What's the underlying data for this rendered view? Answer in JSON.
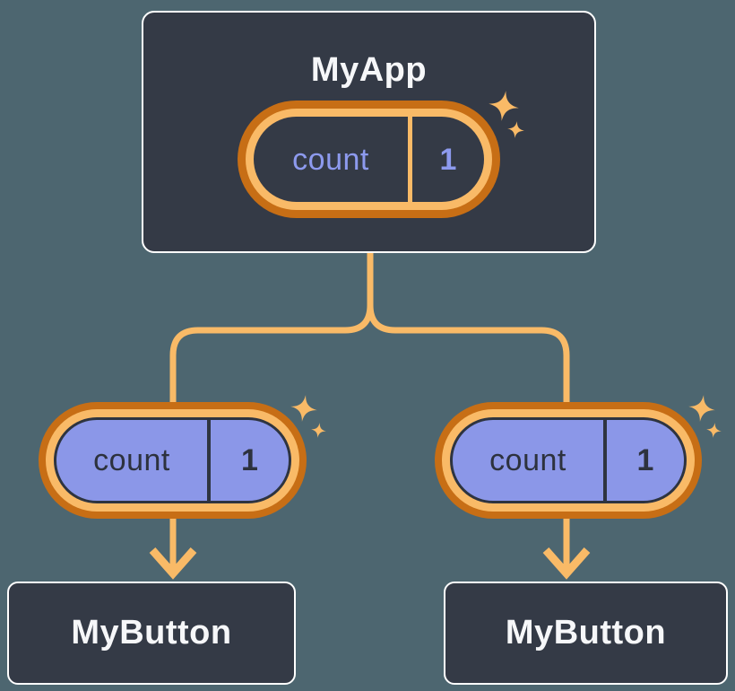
{
  "diagram": {
    "description": "React component tree: parent state passed down as props",
    "app": {
      "title": "MyApp",
      "state": {
        "label": "count",
        "value": "1"
      }
    },
    "children": [
      {
        "title": "MyButton",
        "prop": {
          "label": "count",
          "value": "1"
        }
      },
      {
        "title": "MyButton",
        "prop": {
          "label": "count",
          "value": "1"
        }
      }
    ],
    "icons": {
      "sparkle": "four-point-star"
    },
    "colors": {
      "background": "#4D6670",
      "node_fill": "#343A46",
      "node_border": "#FFFFFF",
      "node_text": "#F6F7F9",
      "ring_dark_orange": "#C76E15",
      "ring_light_orange": "#F9BA67",
      "connector": "#F9BA67",
      "prop_pill_fill": "#8B97E8",
      "prop_pill_text": "#2D323E",
      "state_text": "#8D9AEE"
    }
  }
}
